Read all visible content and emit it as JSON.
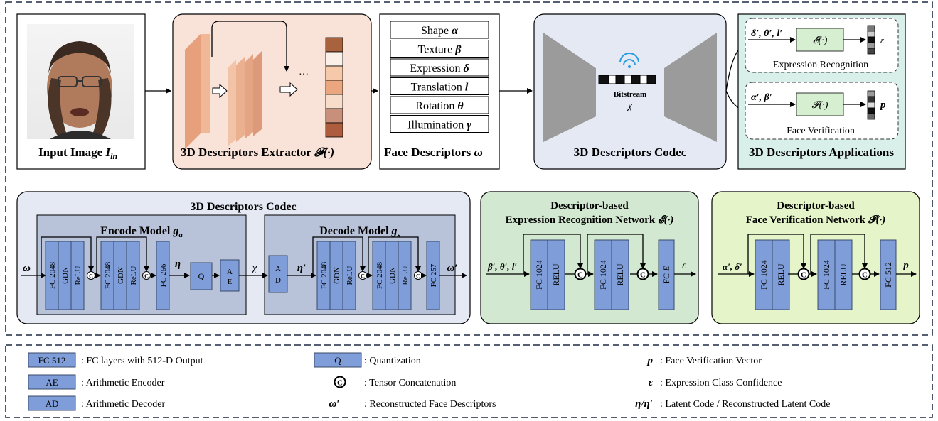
{
  "top": {
    "input_label": "Input Image ",
    "input_sym": "I",
    "input_sub": "in",
    "extractor_label": "3D Descriptors Extractor ",
    "extractor_sym": "𝓕(·)",
    "ellipsis": "···",
    "descriptors": [
      "Shape ",
      "Texture ",
      "Expression ",
      "Translation ",
      "Rotation ",
      "Illumination "
    ],
    "descriptor_syms": [
      "α",
      "β",
      "δ",
      "l",
      "θ",
      "γ"
    ],
    "face_desc_label": "Face Descriptors ",
    "face_desc_sym": "ω",
    "bitstream": "Bitstream",
    "chi": "χ",
    "codec_label": "3D Descriptors Codec",
    "apps_label": "3D Descriptors Applications",
    "app1_in": "δ′, θ′, l′",
    "app1_func": "𝓔(·)",
    "app1_out": "ε",
    "app1_label": "Expression Recognition",
    "app2_in": "α′, β′",
    "app2_func": "𝓟(·)",
    "app2_out": "p",
    "app2_label": "Face Verification"
  },
  "codec": {
    "title": "3D Descriptors Codec",
    "encode_title": "Encode Model ",
    "encode_sym": "g",
    "encode_sub": "a",
    "decode_title": "Decode Model ",
    "decode_sym": "g",
    "decode_sub": "s",
    "omega": "ω",
    "eta": "η",
    "chi": "χ",
    "eta_p": "η′",
    "omega_p": "ω′",
    "fc2048": "FC 2048",
    "gdn": "GDN",
    "relu": "ReLU",
    "fc256": "FC 256",
    "fc257": "FC 257",
    "q": "Q",
    "ae": "A E",
    "ad": "A D",
    "c": "C"
  },
  "exp_net": {
    "title1": "Descriptor-based",
    "title2": "Expression Recognition Network ",
    "title_sym": "𝓔(·)",
    "input": "β′, θ′, l′",
    "fc1024": "FC 1024",
    "relu": "RELU",
    "fce": "FC ",
    "fce_sym": "E",
    "output": "ε"
  },
  "ver_net": {
    "title1": "Descriptor-based",
    "title2": "Face Verification Network ",
    "title_sym": "𝓟(·)",
    "input": "α′, δ′",
    "fc1024": "FC 1024",
    "relu": "RELU",
    "fc512": "FC 512",
    "output": "p"
  },
  "legend": {
    "fc512_box": "FC 512",
    "fc512_desc": ": FC layers with 512-D Output",
    "ae_box": "AE",
    "ae_desc": ": Arithmetic Encoder",
    "ad_box": "AD",
    "ad_desc": ": Arithmetic Decoder",
    "q_box": "Q",
    "q_desc": ": Quantization",
    "c_sym": "C",
    "c_desc": ": Tensor Concatenation",
    "omega_sym": "ω′",
    "omega_desc": ": Reconstructed Face Descriptors",
    "p_sym": "p",
    "p_desc": ": Face Verification Vector",
    "eps_sym": "ε",
    "eps_desc": ": Expression Class Confidence",
    "eta_sym": "η/η′",
    "eta_desc": ": Latent Code / Reconstructed  Latent Code"
  },
  "colors": {
    "extractor_bg": "#f9e3d8",
    "codec_bg": "#e4e9f4",
    "apps_bg": "#d9f0ea",
    "exp_bg": "#d3e8d1",
    "ver_bg": "#e5f5c9",
    "fc_fill": "#7f9ed9",
    "dashed": "#1f2a44"
  }
}
